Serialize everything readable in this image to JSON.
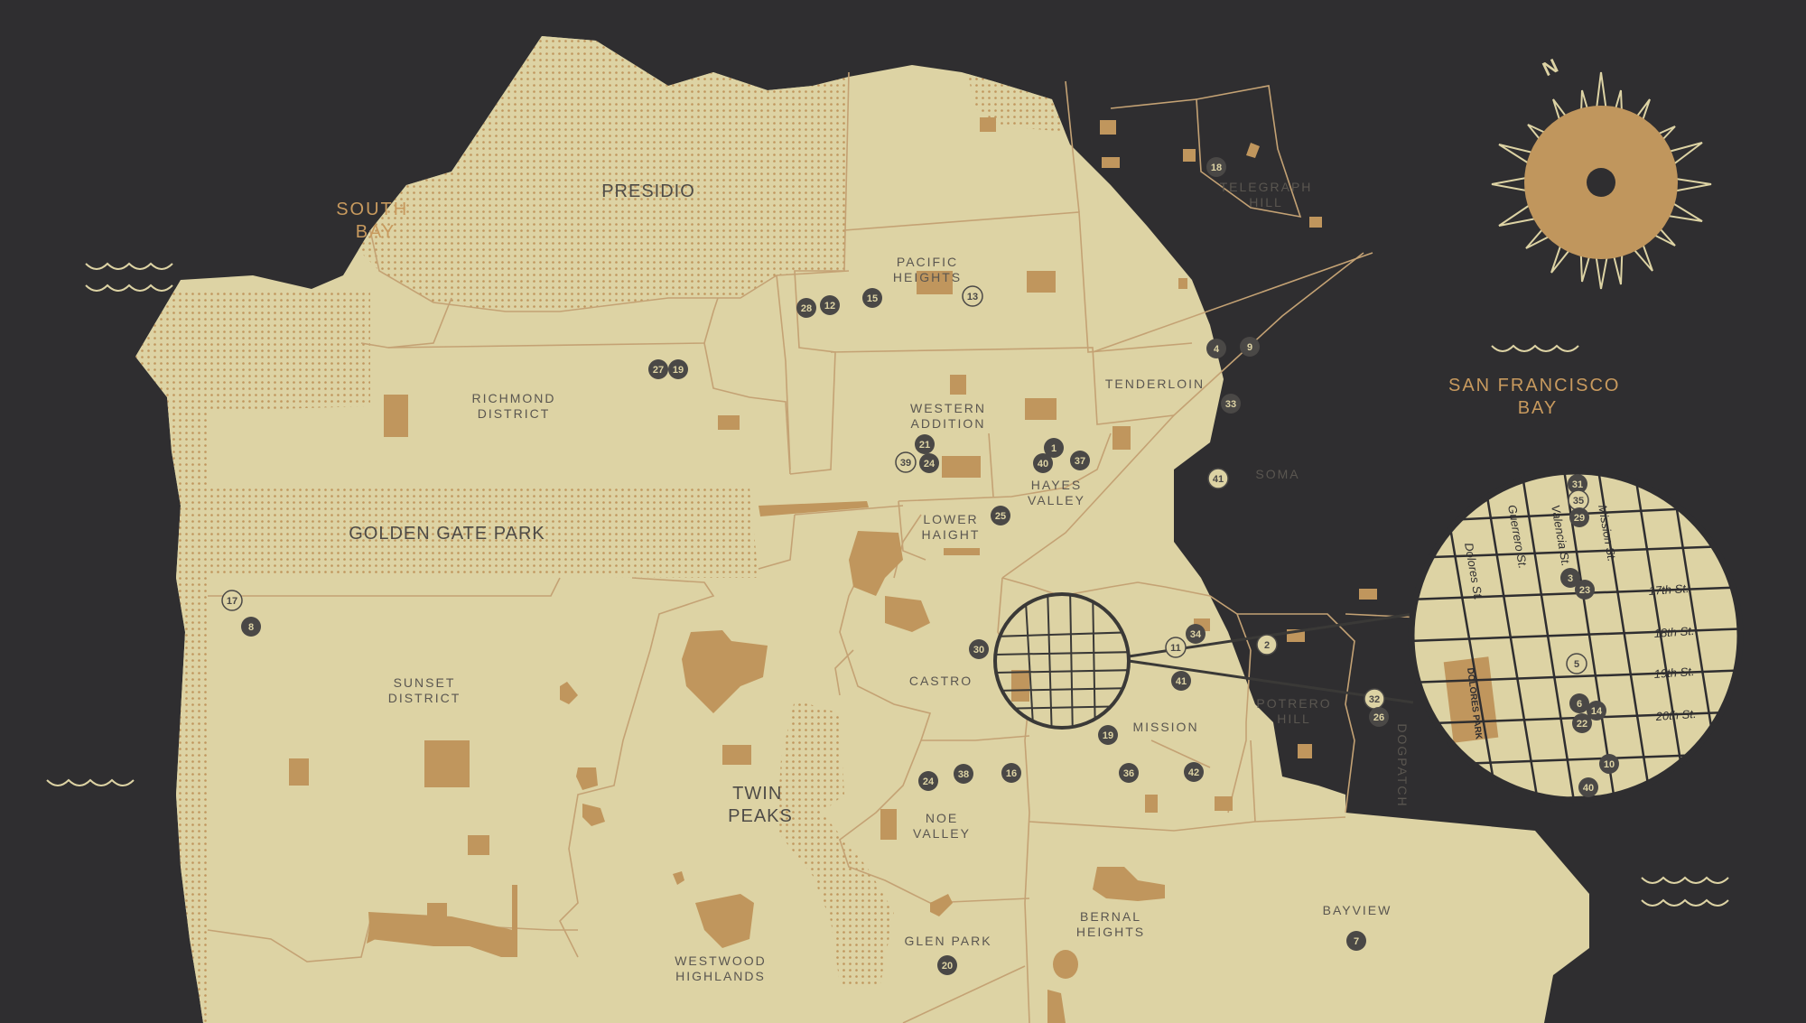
{
  "water_labels": [
    {
      "id": "south-bay",
      "lines": [
        "SOUTH",
        "BAY"
      ]
    },
    {
      "id": "sf-bay",
      "lines": [
        "SAN FRANCISCO",
        "BAY"
      ]
    }
  ],
  "park_labels": [
    {
      "id": "presidio",
      "lines": [
        "PRESIDIO"
      ]
    },
    {
      "id": "golden-gate-park",
      "lines": [
        "GOLDEN GATE PARK"
      ]
    },
    {
      "id": "twin-peaks",
      "lines": [
        "TWIN",
        "PEAKS"
      ]
    }
  ],
  "neighborhoods": [
    {
      "id": "telegraph-hill",
      "lines": [
        "TELEGRAPH",
        "HILL"
      ]
    },
    {
      "id": "pacific-heights",
      "lines": [
        "PACIFIC",
        "HEIGHTS"
      ]
    },
    {
      "id": "richmond-district",
      "lines": [
        "RICHMOND",
        "DISTRICT"
      ]
    },
    {
      "id": "tenderloin",
      "lines": [
        "TENDERLOIN"
      ]
    },
    {
      "id": "western-addition",
      "lines": [
        "WESTERN",
        "ADDITION"
      ]
    },
    {
      "id": "hayes-valley",
      "lines": [
        "HAYES",
        "VALLEY"
      ]
    },
    {
      "id": "soma",
      "lines": [
        "SOMA"
      ]
    },
    {
      "id": "lower-haight",
      "lines": [
        "LOWER",
        "HAIGHT"
      ]
    },
    {
      "id": "sunset-district",
      "lines": [
        "SUNSET",
        "DISTRICT"
      ]
    },
    {
      "id": "castro",
      "lines": [
        "CASTRO"
      ]
    },
    {
      "id": "mission",
      "lines": [
        "MISSION"
      ]
    },
    {
      "id": "potrero-hill",
      "lines": [
        "POTRERO",
        "HILL"
      ]
    },
    {
      "id": "dogpatch",
      "lines": [
        "DOGPATCH"
      ]
    },
    {
      "id": "noe-valley",
      "lines": [
        "NOE",
        "VALLEY"
      ]
    },
    {
      "id": "westwood-highlands",
      "lines": [
        "WESTWOOD",
        "HIGHLANDS"
      ]
    },
    {
      "id": "glen-park",
      "lines": [
        "GLEN PARK"
      ]
    },
    {
      "id": "bernal-heights",
      "lines": [
        "BERNAL",
        "HEIGHTS"
      ]
    },
    {
      "id": "bayview",
      "lines": [
        "BAYVIEW"
      ]
    }
  ],
  "compass": {
    "label": "N"
  },
  "inset": {
    "streets_vertical": [
      "Dolores St.",
      "Guerrero St.",
      "Valencia St.",
      "Mission St."
    ],
    "streets_horizontal": [
      "17th St.",
      "18th St.",
      "19th St.",
      "20th St."
    ],
    "park_label": "DOLORES PARK"
  },
  "markers": [
    {
      "id": "m18",
      "label": "18",
      "style": "filled"
    },
    {
      "id": "m28",
      "label": "28",
      "style": "filled"
    },
    {
      "id": "m12",
      "label": "12",
      "style": "filled"
    },
    {
      "id": "m15",
      "label": "15",
      "style": "filled"
    },
    {
      "id": "m13",
      "label": "13",
      "style": "outline"
    },
    {
      "id": "m27",
      "label": "27",
      "style": "filled"
    },
    {
      "id": "m19a",
      "label": "19",
      "style": "filled"
    },
    {
      "id": "m4",
      "label": "4",
      "style": "filled"
    },
    {
      "id": "m9",
      "label": "9",
      "style": "filled"
    },
    {
      "id": "m33",
      "label": "33",
      "style": "filled"
    },
    {
      "id": "m21",
      "label": "21",
      "style": "filled"
    },
    {
      "id": "m39",
      "label": "39",
      "style": "outline"
    },
    {
      "id": "m24a",
      "label": "24",
      "style": "filled"
    },
    {
      "id": "m1",
      "label": "1",
      "style": "filled"
    },
    {
      "id": "m40a",
      "label": "40",
      "style": "filled"
    },
    {
      "id": "m37",
      "label": "37",
      "style": "filled"
    },
    {
      "id": "m41a",
      "label": "41",
      "style": "outline"
    },
    {
      "id": "m25",
      "label": "25",
      "style": "filled"
    },
    {
      "id": "m17",
      "label": "17",
      "style": "outline"
    },
    {
      "id": "m8",
      "label": "8",
      "style": "filled"
    },
    {
      "id": "m30",
      "label": "30",
      "style": "filled"
    },
    {
      "id": "m11",
      "label": "11",
      "style": "outline"
    },
    {
      "id": "m34",
      "label": "34",
      "style": "filled"
    },
    {
      "id": "m2",
      "label": "2",
      "style": "outline"
    },
    {
      "id": "m41b",
      "label": "41",
      "style": "filled"
    },
    {
      "id": "m32",
      "label": "32",
      "style": "outline"
    },
    {
      "id": "m26",
      "label": "26",
      "style": "filled"
    },
    {
      "id": "m19b",
      "label": "19",
      "style": "filled"
    },
    {
      "id": "m24b",
      "label": "24",
      "style": "filled"
    },
    {
      "id": "m38",
      "label": "38",
      "style": "filled"
    },
    {
      "id": "m16",
      "label": "16",
      "style": "filled"
    },
    {
      "id": "m36",
      "label": "36",
      "style": "filled"
    },
    {
      "id": "m42",
      "label": "42",
      "style": "filled"
    },
    {
      "id": "m7",
      "label": "7",
      "style": "filled"
    },
    {
      "id": "m20",
      "label": "20",
      "style": "filled"
    },
    {
      "id": "i31",
      "label": "31",
      "style": "filled"
    },
    {
      "id": "i35",
      "label": "35",
      "style": "outline"
    },
    {
      "id": "i29",
      "label": "29",
      "style": "filled"
    },
    {
      "id": "i3",
      "label": "3",
      "style": "filled"
    },
    {
      "id": "i23",
      "label": "23",
      "style": "filled"
    },
    {
      "id": "i5",
      "label": "5",
      "style": "outline"
    },
    {
      "id": "i6",
      "label": "6",
      "style": "filled"
    },
    {
      "id": "i14",
      "label": "14",
      "style": "filled"
    },
    {
      "id": "i22",
      "label": "22",
      "style": "filled"
    },
    {
      "id": "i10",
      "label": "10",
      "style": "filled"
    },
    {
      "id": "i40",
      "label": "40",
      "style": "filled"
    }
  ],
  "colors": {
    "water": "#2f2e30",
    "land": "#ddd3a4",
    "accent": "#c0965d",
    "border": "#c4a274",
    "marker": "#4a4846",
    "grid": "#3a3937"
  }
}
